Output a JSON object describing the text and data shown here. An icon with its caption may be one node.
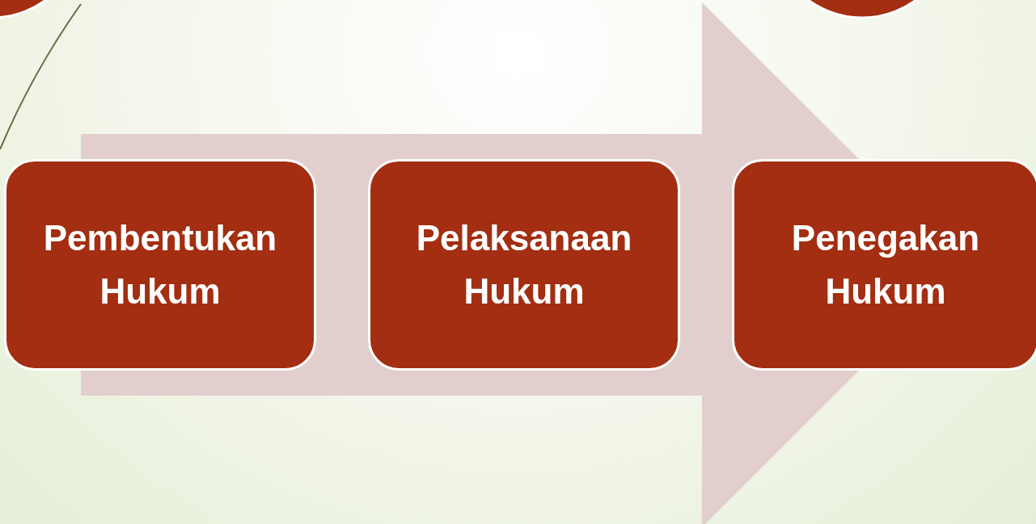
{
  "diagram": {
    "nodes": [
      {
        "text": [
          "Pembentukan Hukum"
        ]
      },
      {
        "text": [
          "Pelaksanaan Hukum"
        ]
      },
      {
        "text": [
          "Penegakan Hukum"
        ]
      }
    ],
    "edges": [
      {
        "from": 0,
        "to": 2,
        "arrow": "to",
        "style": "thick"
      }
    ]
  }
}
